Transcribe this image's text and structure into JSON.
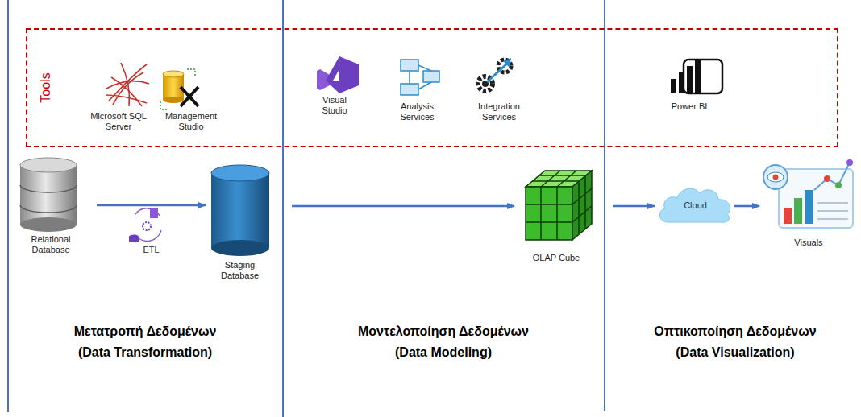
{
  "diagram": {
    "nodes": [
      {
        "text": [
          "Tools"
        ]
      },
      {
        "text": [
          "Microsoft SQL Server"
        ],
        "in": 0
      },
      {
        "text": [
          "Management Studio"
        ],
        "in": 0
      },
      {
        "text": [
          "Visual Studio"
        ],
        "in": 0
      },
      {
        "text": [
          "Analysis Services"
        ],
        "in": 0
      },
      {
        "text": [
          "Integration Services"
        ],
        "in": 0
      },
      {
        "text": [
          "Power BI"
        ],
        "in": 0
      },
      {
        "text": [
          "Relational Database"
        ]
      },
      {
        "text": [
          "Staging Database"
        ]
      },
      {
        "text": [
          "OLAP Cube"
        ]
      },
      {
        "text": [
          "Cloud"
        ]
      },
      {
        "text": [
          "Visuals"
        ]
      }
    ],
    "edges": [
      {
        "from": 7,
        "to": 8,
        "arrow": "to",
        "label": "ETL"
      },
      {
        "from": 8,
        "to": 9,
        "arrow": "to"
      },
      {
        "from": 9,
        "to": 10,
        "arrow": "to"
      },
      {
        "from": 10,
        "to": 11,
        "arrow": "to"
      }
    ],
    "labels": [
      "Μετατροπή Δεδομένων",
      "(Data Transformation)",
      "Μοντελοποίηση Δεδομένων",
      "(Data Modeling)",
      "Οπτικοποίηση Δεδομένων",
      "(Data Visualization)"
    ]
  }
}
